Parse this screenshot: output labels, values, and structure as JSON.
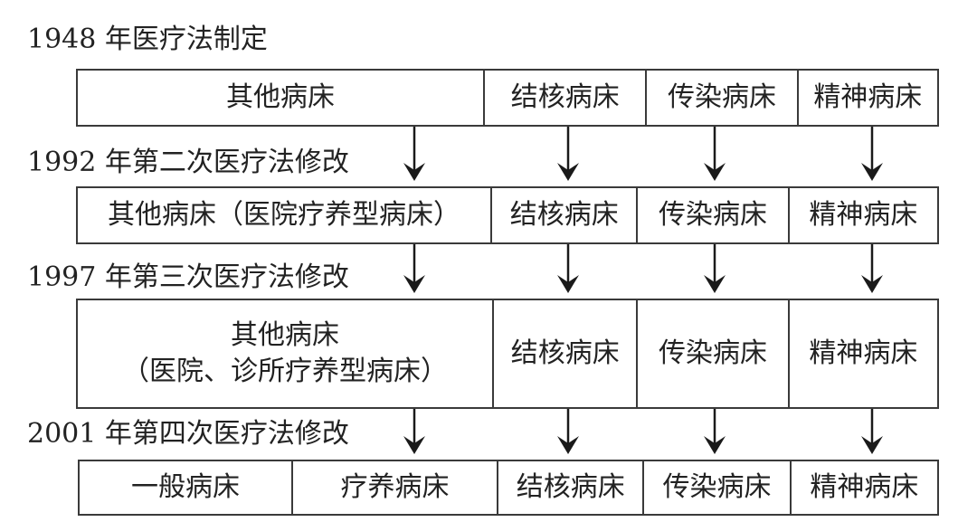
{
  "eras": [
    {
      "label": "1948 年医疗法制定",
      "cells": [
        {
          "text": "其他病床",
          "sub": ""
        },
        {
          "text": "结核病床",
          "sub": ""
        },
        {
          "text": "传染病床",
          "sub": ""
        },
        {
          "text": "精神病床",
          "sub": ""
        }
      ]
    },
    {
      "label": "1992 年第二次医疗法修改",
      "cells": [
        {
          "text": "其他病床（医院疗养型病床）",
          "sub": ""
        },
        {
          "text": "结核病床",
          "sub": ""
        },
        {
          "text": "传染病床",
          "sub": ""
        },
        {
          "text": "精神病床",
          "sub": ""
        }
      ]
    },
    {
      "label": "1997 年第三次医疗法修改",
      "cells": [
        {
          "text": "其他病床",
          "sub": "（医院、诊所疗养型病床）"
        },
        {
          "text": "结核病床",
          "sub": ""
        },
        {
          "text": "传染病床",
          "sub": ""
        },
        {
          "text": "精神病床",
          "sub": ""
        }
      ]
    },
    {
      "label": "2001 年第四次医疗法修改",
      "cells": [
        {
          "text": "一般病床",
          "sub": ""
        },
        {
          "text": "疗养病床",
          "sub": ""
        },
        {
          "text": "结核病床",
          "sub": ""
        },
        {
          "text": "传染病床",
          "sub": ""
        },
        {
          "text": "精神病床",
          "sub": ""
        }
      ]
    }
  ],
  "colors": {
    "line": "#3a3a3a",
    "text": "#222222",
    "arrow": "#1a1a1a"
  }
}
